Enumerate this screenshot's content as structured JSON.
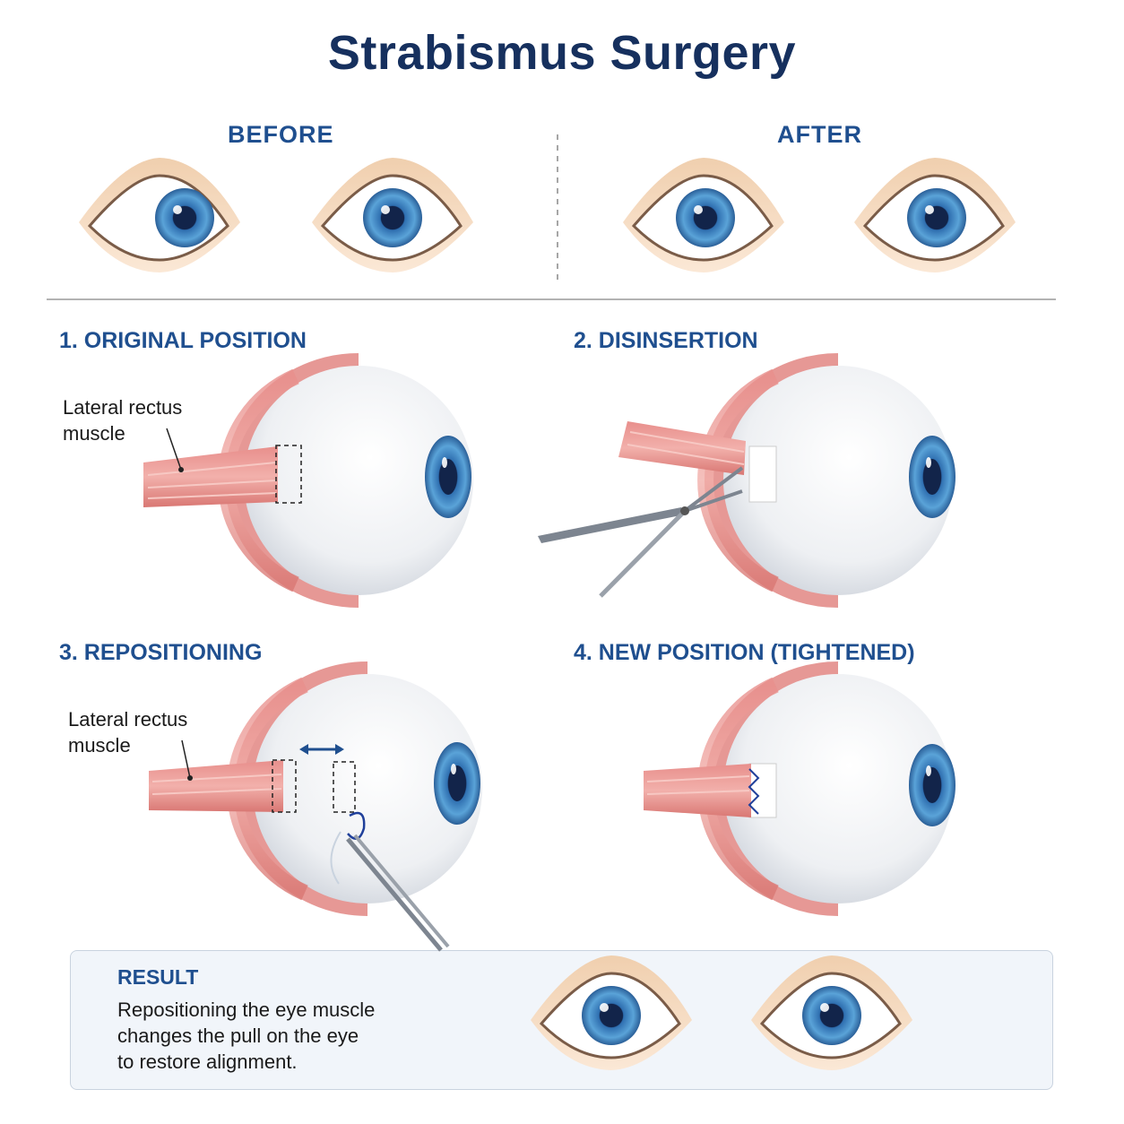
{
  "title": "Strabismus Surgery",
  "comparison": {
    "before_label": "BEFORE",
    "after_label": "AFTER"
  },
  "steps": [
    {
      "title": "1. ORIGINAL POSITION",
      "callout": [
        "Lateral rectus",
        "muscle"
      ]
    },
    {
      "title": "2. DISINSERTION"
    },
    {
      "title": "3. REPOSITIONING",
      "callout": [
        "Lateral rectus",
        "muscle"
      ]
    },
    {
      "title": "4. NEW POSITION (TIGHTENED)"
    }
  ],
  "result": {
    "heading": "RESULT",
    "lines": [
      "Repositioning the eye muscle",
      "changes the pull on the eye",
      "to restore alignment."
    ]
  },
  "colors": {
    "title": "#16305e",
    "heading": "#1f4f8f",
    "muscle": "#e7908d",
    "iris": "#3f86c4",
    "skin": "#f6dcc3"
  }
}
